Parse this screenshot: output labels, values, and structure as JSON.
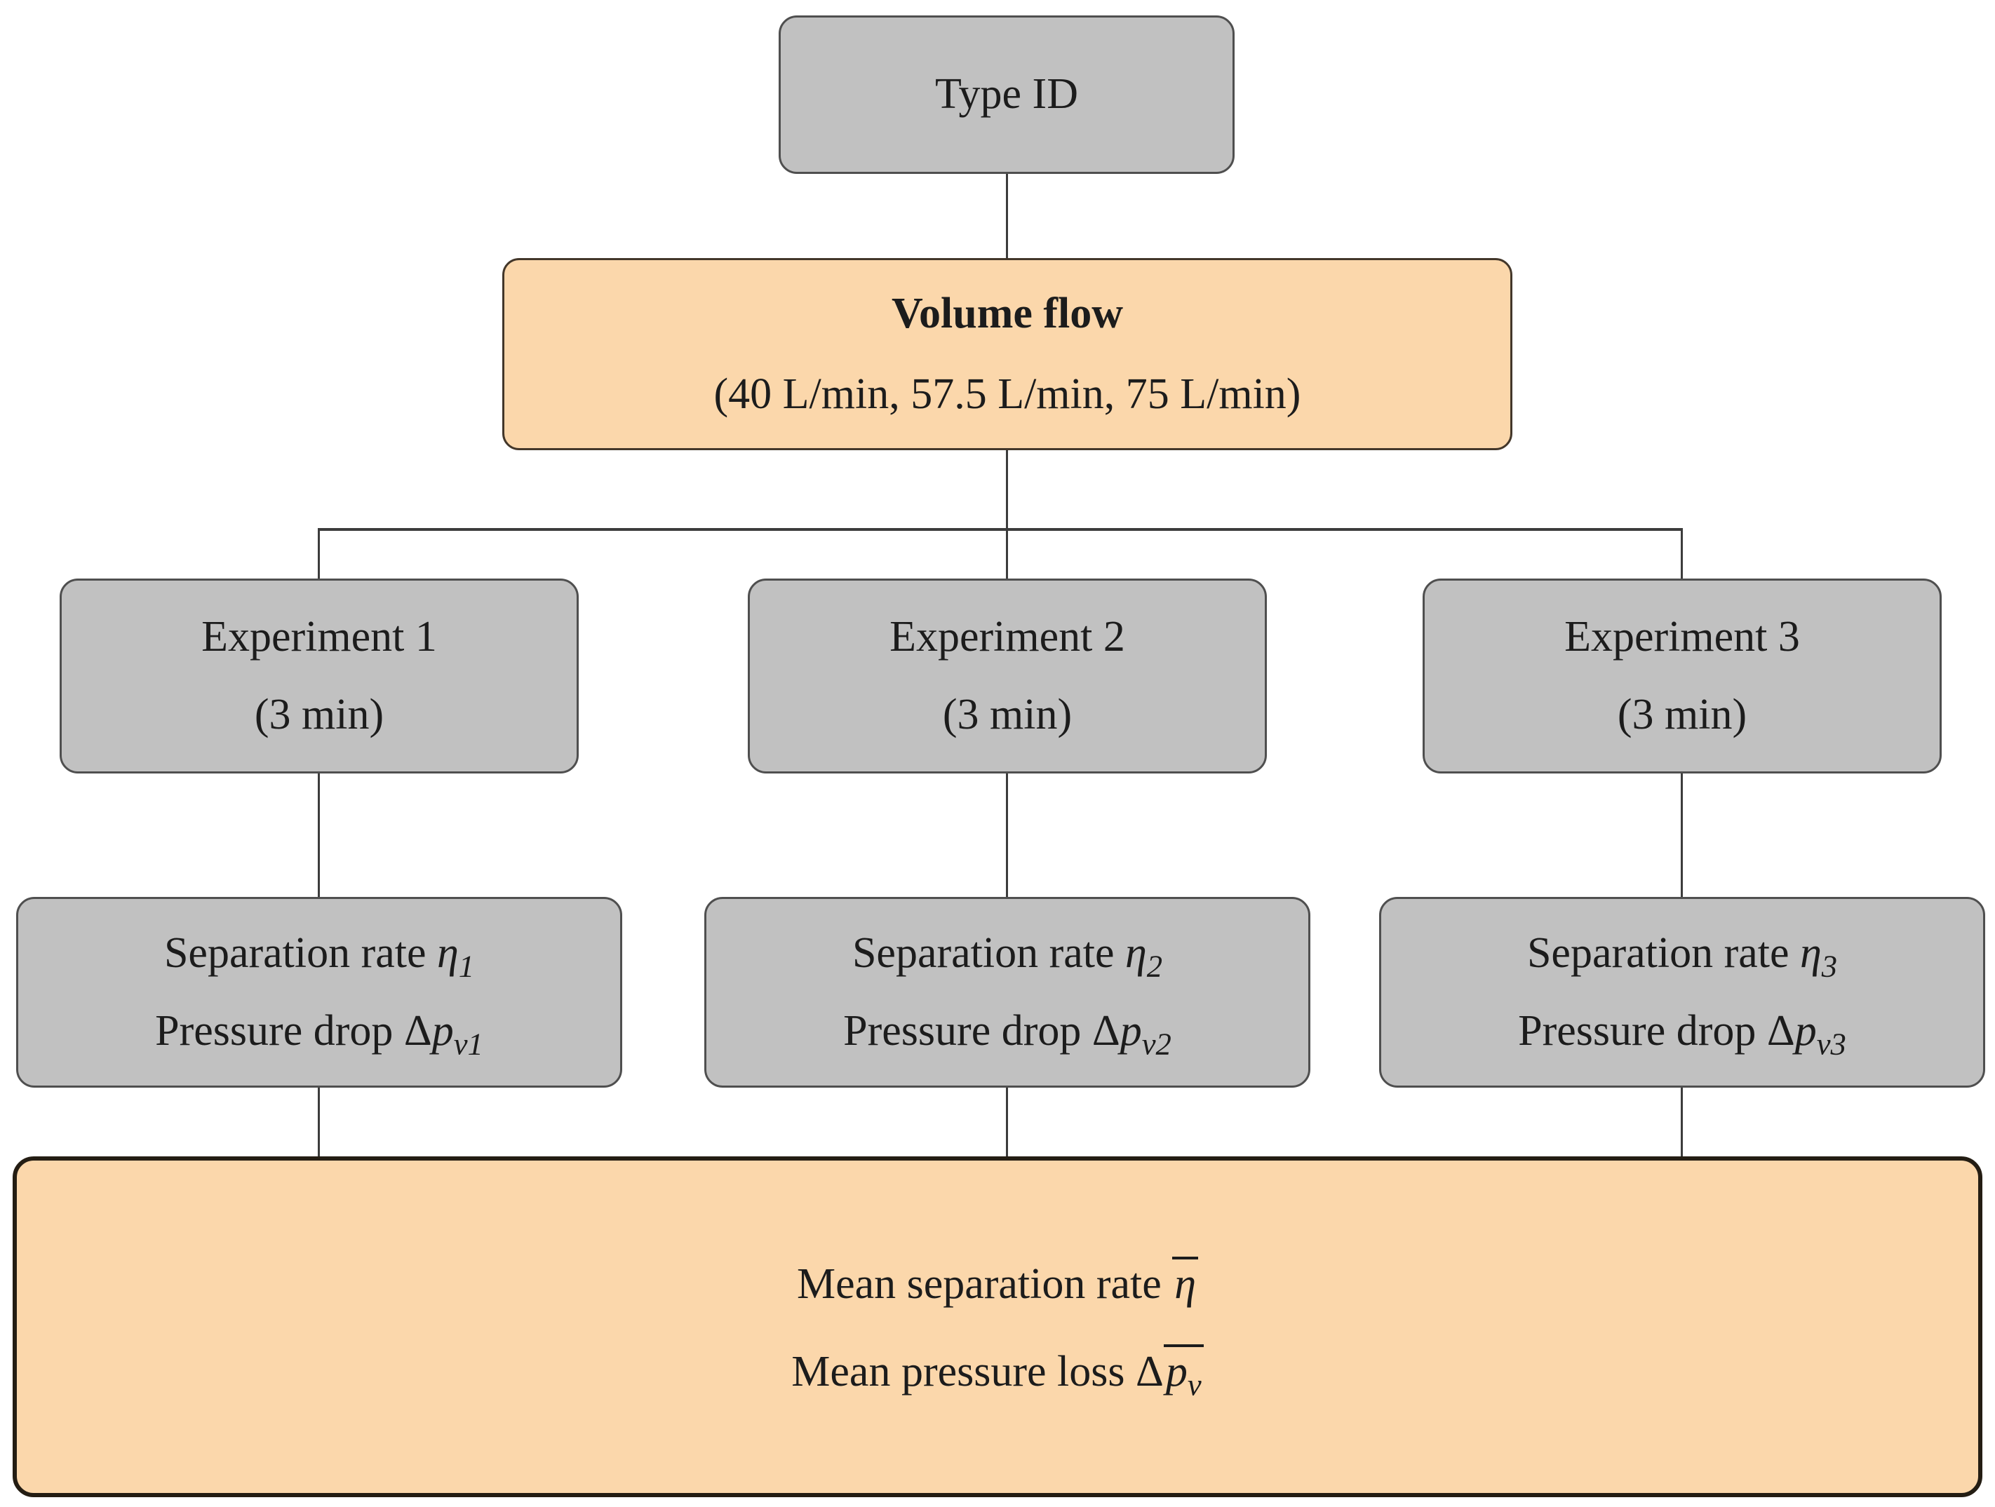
{
  "nodes": {
    "type_id": {
      "label": "Type ID"
    },
    "volume_flow": {
      "title": "Volume flow",
      "values": "(40 L/min, 57.5 L/min, 75 L/min)"
    },
    "experiments": [
      {
        "title": "Experiment 1",
        "duration": "(3 min)"
      },
      {
        "title": "Experiment 2",
        "duration": "(3 min)"
      },
      {
        "title": "Experiment 3",
        "duration": "(3 min)"
      }
    ],
    "results": [
      {
        "rate_prefix": "Separation rate ",
        "rate_symbol": "η",
        "rate_sub": "1",
        "drop_prefix": "Pressure drop ",
        "drop_delta": "Δ",
        "drop_var": "p",
        "drop_sub": "v1"
      },
      {
        "rate_prefix": "Separation rate ",
        "rate_symbol": "η",
        "rate_sub": "2",
        "drop_prefix": "Pressure drop ",
        "drop_delta": "Δ",
        "drop_var": "p",
        "drop_sub": "v2"
      },
      {
        "rate_prefix": "Separation rate ",
        "rate_symbol": "η",
        "rate_sub": "3",
        "drop_prefix": "Pressure drop ",
        "drop_delta": "Δ",
        "drop_var": "p",
        "drop_sub": "v3"
      }
    ],
    "mean": {
      "rate_prefix": "Mean separation rate ",
      "rate_symbol": "η",
      "loss_prefix": "Mean pressure loss ",
      "loss_delta": "Δ",
      "loss_var": "p",
      "loss_sub": "v"
    }
  },
  "colors": {
    "background": "#ffffff",
    "gray_fill": "#c1c1c1",
    "gray_border": "#4f4f4f",
    "orange_fill": "#fbd7ab",
    "orange_border": "#43372a",
    "mean_border": "#241d13",
    "connector": "#3c3c3c",
    "text": "#1c1c1c"
  }
}
